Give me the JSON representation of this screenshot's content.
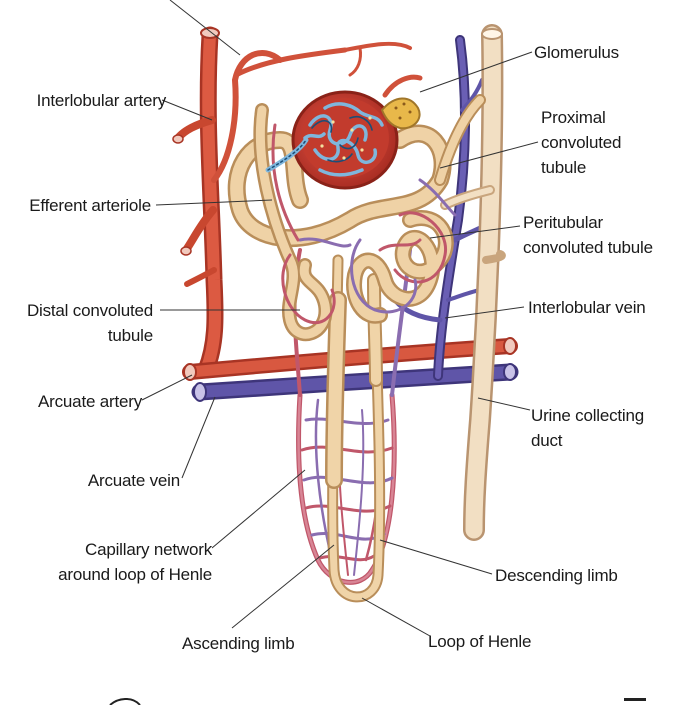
{
  "labels": {
    "glomerulus": "Glomerulus",
    "interlobular_artery": "Interlobular artery",
    "proximal_tubule": [
      "Proximal",
      "convoluted",
      "tubule"
    ],
    "efferent_arteriole": "Efferent arteriole",
    "peritubular_tubule": [
      "Peritubular",
      "convoluted tubule"
    ],
    "distal_tubule": [
      "Distal convoluted",
      "tubule"
    ],
    "interlobular_vein": "Interlobular vein",
    "arcuate_artery": "Arcuate artery",
    "collecting_duct": [
      "Urine collecting",
      "duct"
    ],
    "arcuate_vein": "Arcuate vein",
    "capillary_network": [
      "Capillary network",
      "around loop of Henle"
    ],
    "descending_limb": "Descending limb",
    "ascending_limb": "Ascending limb",
    "loop_of_henle": "Loop of Henle"
  },
  "colors": {
    "artery": "#d9503a",
    "artery_dark": "#a83424",
    "vein": "#5a4fa0",
    "vein_dark": "#3e357a",
    "tubule": "#ecc99a",
    "tubule_dark": "#b98e5a",
    "duct": "#f0dcc0",
    "capsule": "#b73a2a"
  }
}
